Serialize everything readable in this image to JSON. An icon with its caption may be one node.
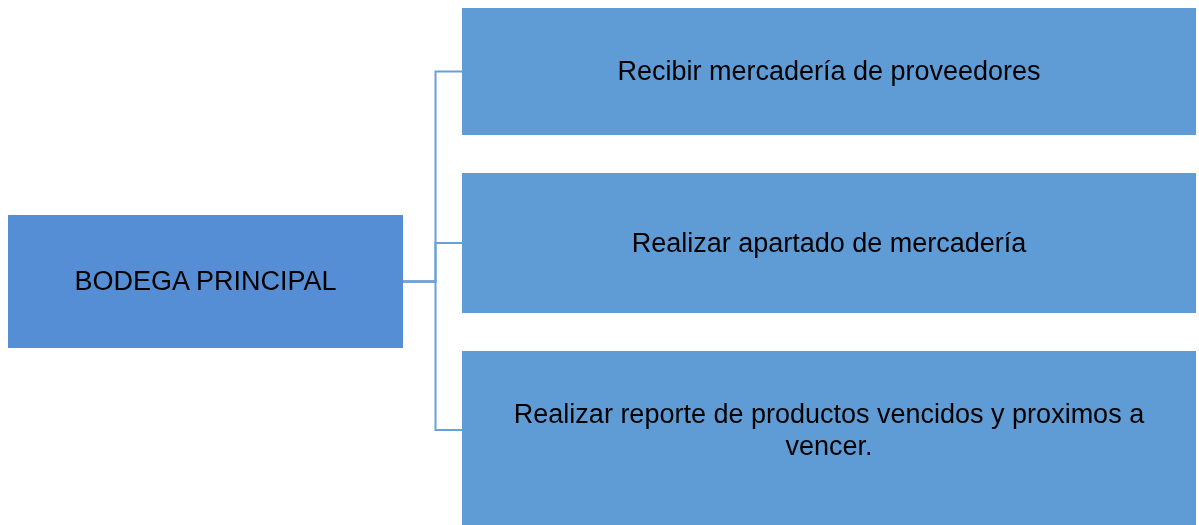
{
  "diagram": {
    "nodes": [
      {
        "text": [
          "BODEGA PRINCIPAL"
        ]
      },
      {
        "text": [
          "Recibir mercadería de proveedores"
        ]
      },
      {
        "text": [
          "Realizar apartado de mercadería"
        ]
      },
      {
        "text": [
          "Realizar reporte de productos vencidos y proximos a vencer."
        ]
      }
    ],
    "edges": [
      {
        "from": 0,
        "to": 1,
        "arrow": "none"
      },
      {
        "from": 0,
        "to": 2,
        "arrow": "none"
      },
      {
        "from": 0,
        "to": 3,
        "arrow": "none"
      }
    ]
  }
}
